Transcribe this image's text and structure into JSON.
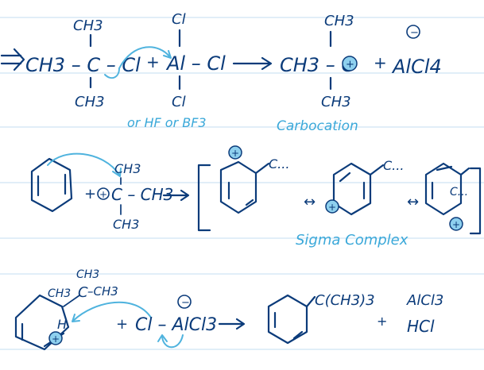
{
  "reaction1": {
    "reactant_top": "CH3",
    "reactant_main": "CH3 – C – Cl",
    "reactant_bottom": "CH3",
    "plus1": "+",
    "lewis_top": "Cl",
    "lewis_main": "Al – Cl",
    "lewis_bottom": "Cl",
    "lewis_alt": "or HF or BF3",
    "cation_top": "CH3",
    "cation_main": "CH3 – C",
    "cation_bottom": "CH3",
    "cation_label": "Carbocation",
    "plus2": "+",
    "anion": "AlCl4",
    "charge_plus": "+",
    "charge_minus": "−"
  },
  "reaction2": {
    "plus": "+",
    "cation_top": "CH3",
    "cation_main": "C – CH3",
    "cation_bottom": "CH3",
    "res_sub1": "C...",
    "res_sub2": "C...",
    "res_sub3": "C...",
    "resonance_arrow": "↔",
    "complex_label": "Sigma Complex",
    "charge_plus": "+"
  },
  "reaction3": {
    "sub_top": "CH3",
    "sub_left": "CH3",
    "sub_right": "–CH3",
    "sub_c": "C",
    "h": "H",
    "plus": "+",
    "anion": "Cl – AlCl3",
    "product_sub": "C(CH3)3",
    "byproduct1": "AlCl3",
    "plus2": "+",
    "byproduct2": "HCl",
    "charge_plus": "+",
    "charge_minus": "−"
  }
}
